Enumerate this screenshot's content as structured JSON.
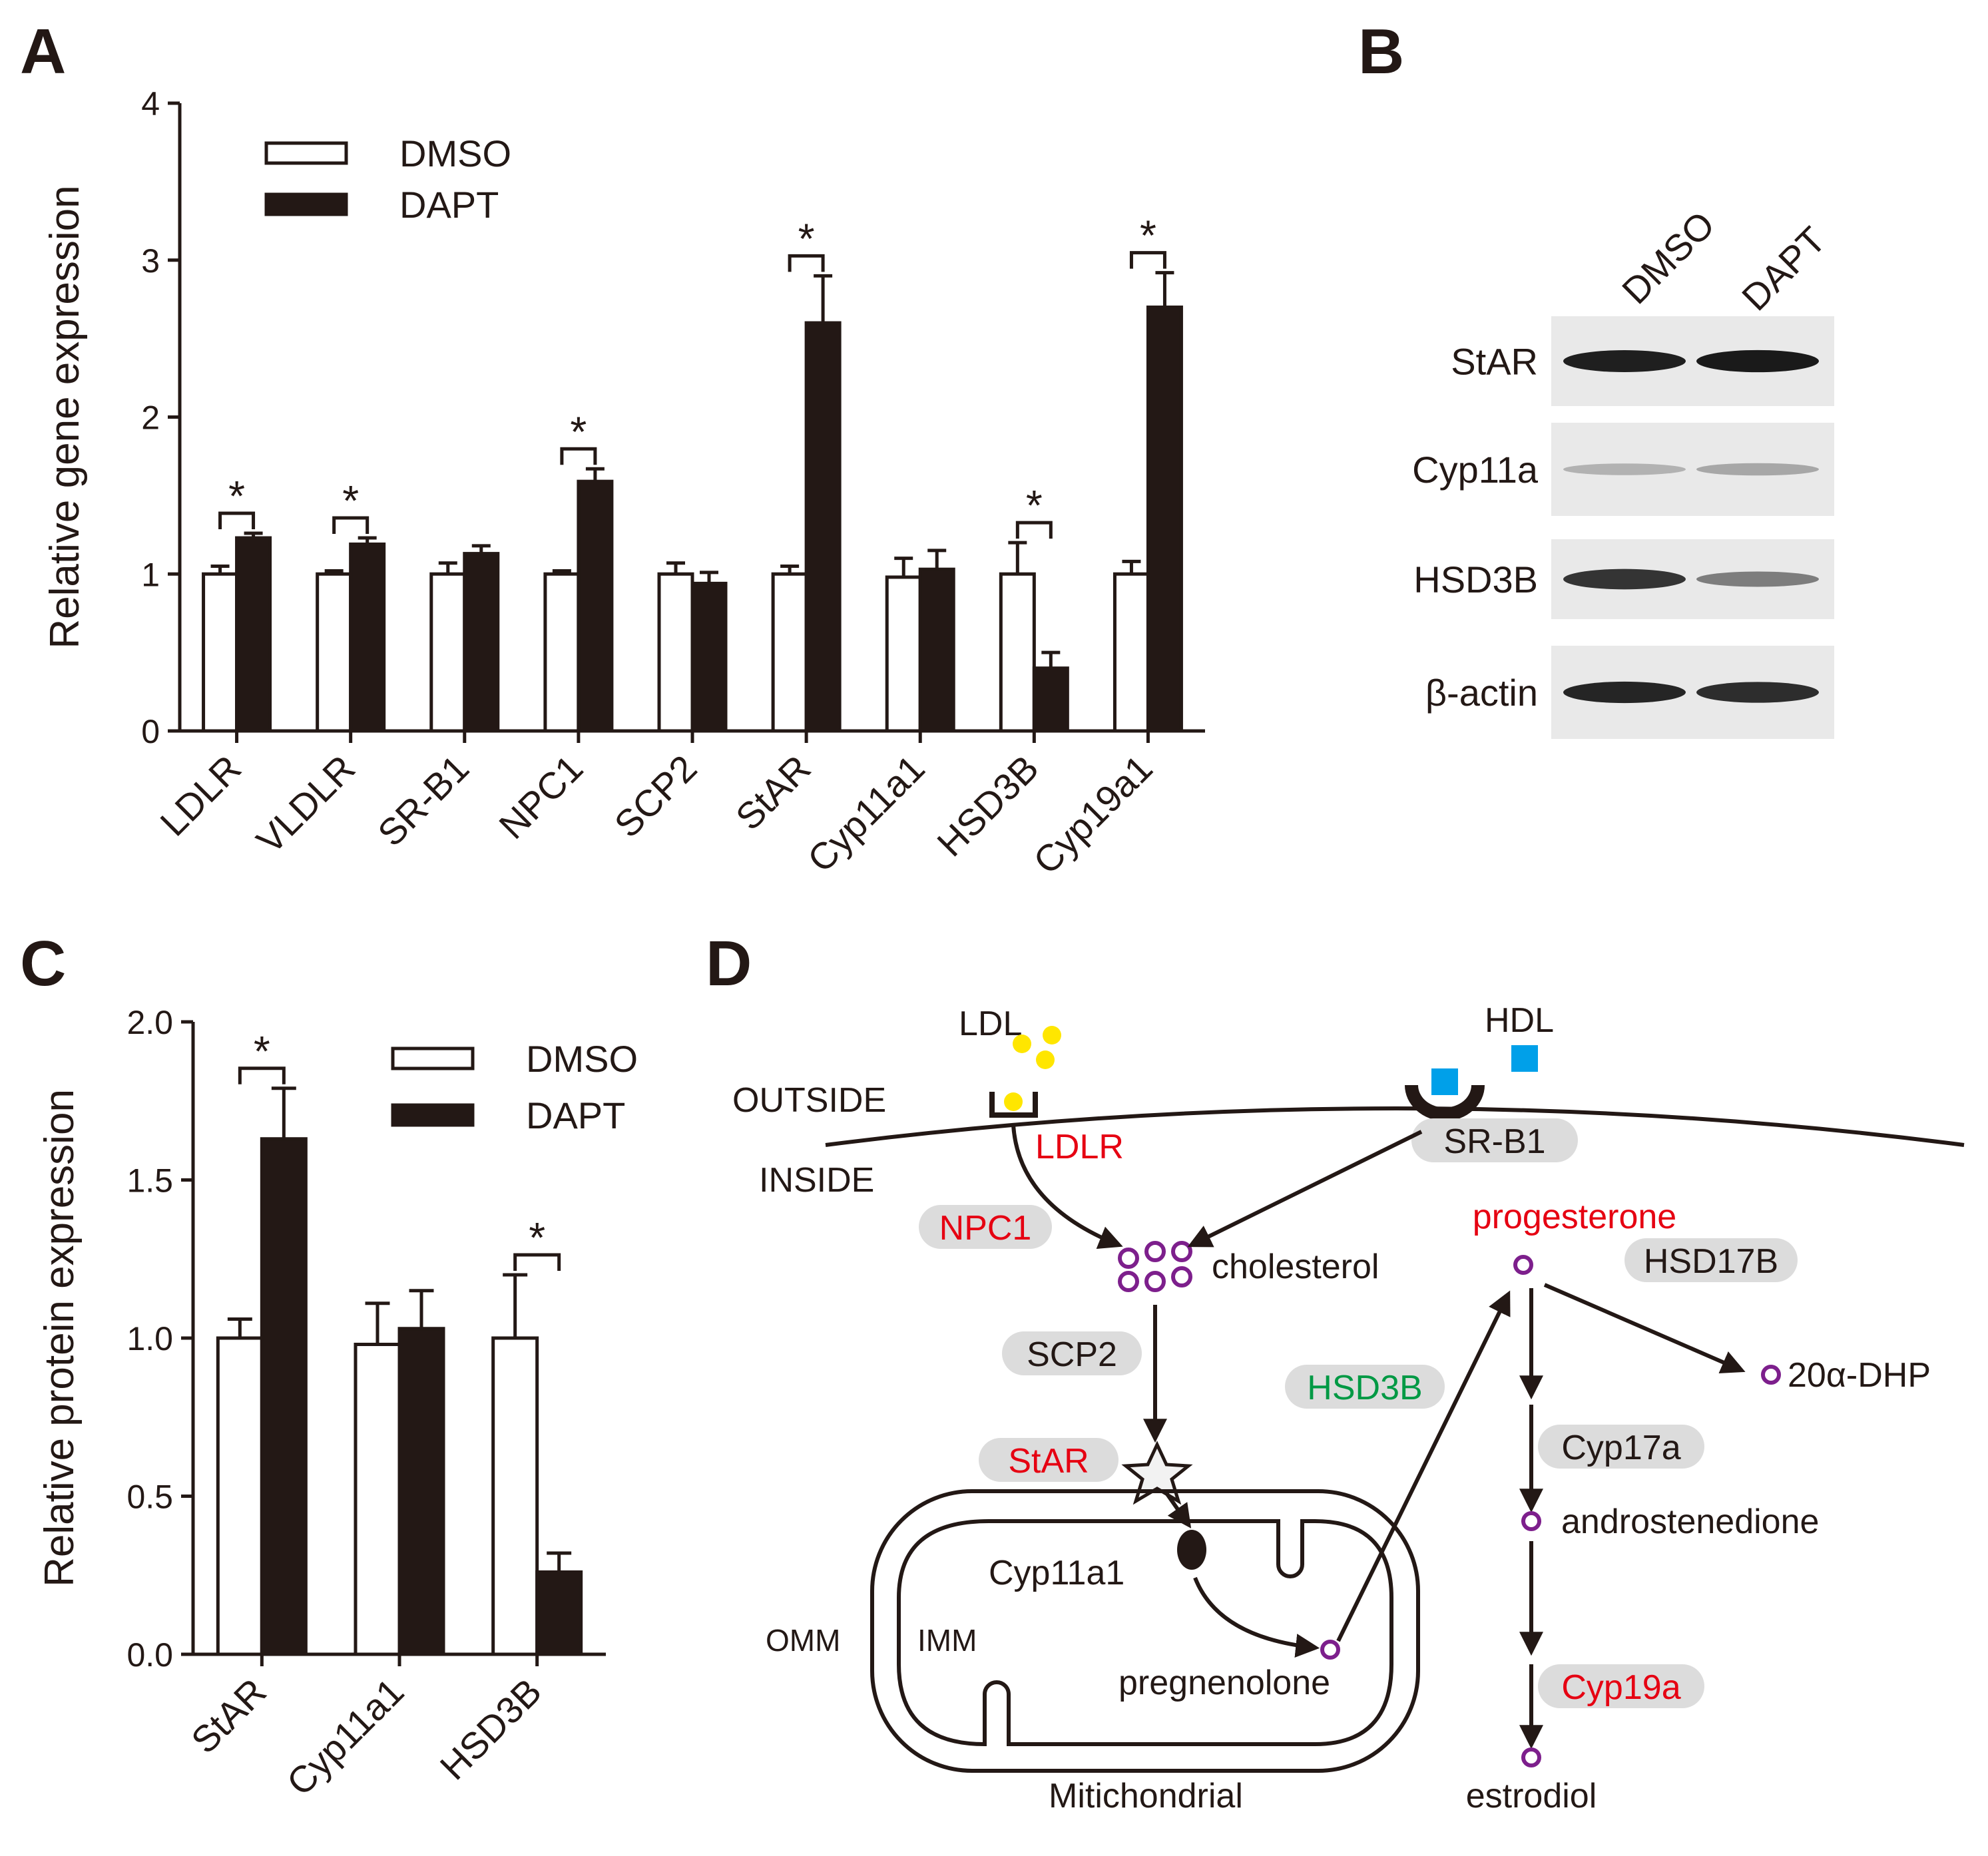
{
  "panels": {
    "a": "A",
    "b": "B",
    "c": "C",
    "d": "D"
  },
  "colors": {
    "dmso_fill": "#ffffff",
    "dapt_fill": "#231815",
    "ink": "#231815",
    "red_label": "#e60012",
    "green_label": "#009944",
    "pill": "#dcdcdc",
    "ldl": "#ffe600",
    "hdl": "#00a0e9",
    "molecule": "#7d1f8c"
  },
  "chart_data": [
    {
      "type": "bar",
      "title": "",
      "xlabel": "",
      "ylabel": "Relative  gene expression",
      "ylim": [
        0,
        4
      ],
      "yticks": [
        "0",
        "1",
        "2",
        "3",
        "4"
      ],
      "categories": [
        "LDLR",
        "VLDLR",
        "SR-B1",
        "NPC1",
        "SCP2",
        "StAR",
        "Cyp11a1",
        "HSD3B",
        "Cyp19a1"
      ],
      "series": [
        {
          "name": "DMSO",
          "values": [
            1.0,
            1.0,
            1.0,
            1.0,
            1.0,
            1.0,
            0.98,
            1.0,
            1.0
          ],
          "errors": [
            0.05,
            0.02,
            0.07,
            0.02,
            0.07,
            0.05,
            0.12,
            0.2,
            0.08
          ]
        },
        {
          "name": "DAPT",
          "values": [
            1.23,
            1.19,
            1.13,
            1.59,
            0.94,
            2.6,
            1.03,
            0.4,
            2.7
          ],
          "errors": [
            0.03,
            0.04,
            0.05,
            0.08,
            0.07,
            0.3,
            0.12,
            0.1,
            0.22
          ]
        }
      ],
      "significance": [
        {
          "index": 0,
          "label": "*"
        },
        {
          "index": 1,
          "label": "*"
        },
        {
          "index": 3,
          "label": "*"
        },
        {
          "index": 5,
          "label": "*"
        },
        {
          "index": 7,
          "label": "*"
        },
        {
          "index": 8,
          "label": "*"
        }
      ],
      "legend": "top-left",
      "grid": false
    },
    {
      "type": "bar",
      "title": "",
      "xlabel": "",
      "ylabel": "Relative  protein expression",
      "ylim": [
        0,
        2
      ],
      "yticks": [
        "0.0",
        "0.5",
        "1.0",
        "1.5",
        "2.0"
      ],
      "categories": [
        "StAR",
        "Cyp11a1",
        "HSD3B"
      ],
      "series": [
        {
          "name": "DMSO",
          "values": [
            1.0,
            0.98,
            1.0
          ],
          "errors": [
            0.06,
            0.13,
            0.2
          ]
        },
        {
          "name": "DAPT",
          "values": [
            1.63,
            1.03,
            0.26
          ],
          "errors": [
            0.16,
            0.12,
            0.06
          ]
        }
      ],
      "significance": [
        {
          "index": 0,
          "label": "*"
        },
        {
          "index": 2,
          "label": "*"
        }
      ],
      "legend": "top-right",
      "grid": false
    }
  ],
  "blot": {
    "columns": [
      "DMSO",
      "DAPT"
    ],
    "rows": [
      {
        "label": "StAR",
        "dmso_intensity": 0.95,
        "dapt_intensity": 0.97
      },
      {
        "label": "Cyp11a",
        "dmso_intensity": 0.25,
        "dapt_intensity": 0.3
      },
      {
        "label": "HSD3B",
        "dmso_intensity": 0.85,
        "dapt_intensity": 0.5
      },
      {
        "label": "β-actin",
        "dmso_intensity": 0.92,
        "dapt_intensity": 0.88
      }
    ]
  },
  "pathway": {
    "ldl": "LDL",
    "hdl": "HDL",
    "outside": "OUTSIDE",
    "inside": "INSIDE",
    "ldlr": "LDLR",
    "srb1": "SR-B1",
    "npc1": "NPC1",
    "cholesterol": "cholesterol",
    "scp2": "SCP2",
    "star": "StAR",
    "cyp11a1": "Cyp11a1",
    "omm": "OMM",
    "imm": "IMM",
    "pregnenolone": "pregnenolone",
    "mitochondrial": "Mitichondrial",
    "hsd3b": "HSD3B",
    "progesterone": "progesterone",
    "hsd17b": "HSD17B",
    "dhp": "20α-DHP",
    "cyp17a": "Cyp17a",
    "androstenedione": "androstenedione",
    "cyp19a": "Cyp19a",
    "estradiol": "estrodiol"
  }
}
